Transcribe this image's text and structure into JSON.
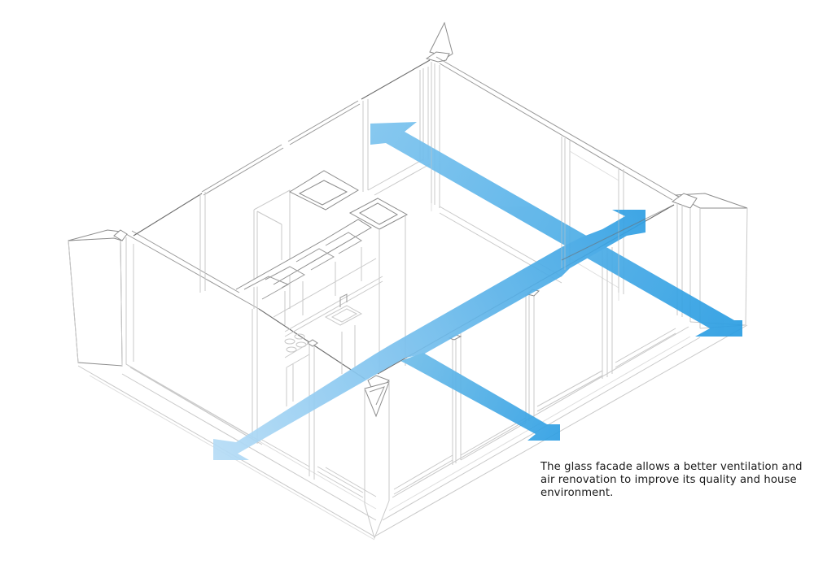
{
  "diagram": {
    "subject": "Isometric view of glass-facade room with kitchen showing cross ventilation",
    "caption": {
      "lines": [
        "The glass facade allows a better ventilation and",
        "air renovation to improve its quality and house",
        "environment."
      ]
    },
    "arrows": [
      {
        "name": "airflow-arrow-northwest",
        "direction": "up-left",
        "color": "#6fbdea"
      },
      {
        "name": "airflow-arrow-southeast-upper",
        "direction": "down-right",
        "color": "#2a9de2"
      },
      {
        "name": "airflow-arrow-northeast",
        "direction": "up-right",
        "color": "#3aa6e6"
      },
      {
        "name": "airflow-arrow-southwest",
        "direction": "down-left",
        "color": "#a6d5f4"
      },
      {
        "name": "airflow-arrow-southeast-lower",
        "direction": "down-right",
        "color": "#3aa6e6"
      }
    ],
    "colors": {
      "line": "#c9c9c9",
      "line_dark": "#6d6d6d",
      "arrow_light": "#a6d5f4",
      "arrow_dark": "#2a9de2",
      "text": "#1a1a1a",
      "background": "#ffffff"
    }
  }
}
